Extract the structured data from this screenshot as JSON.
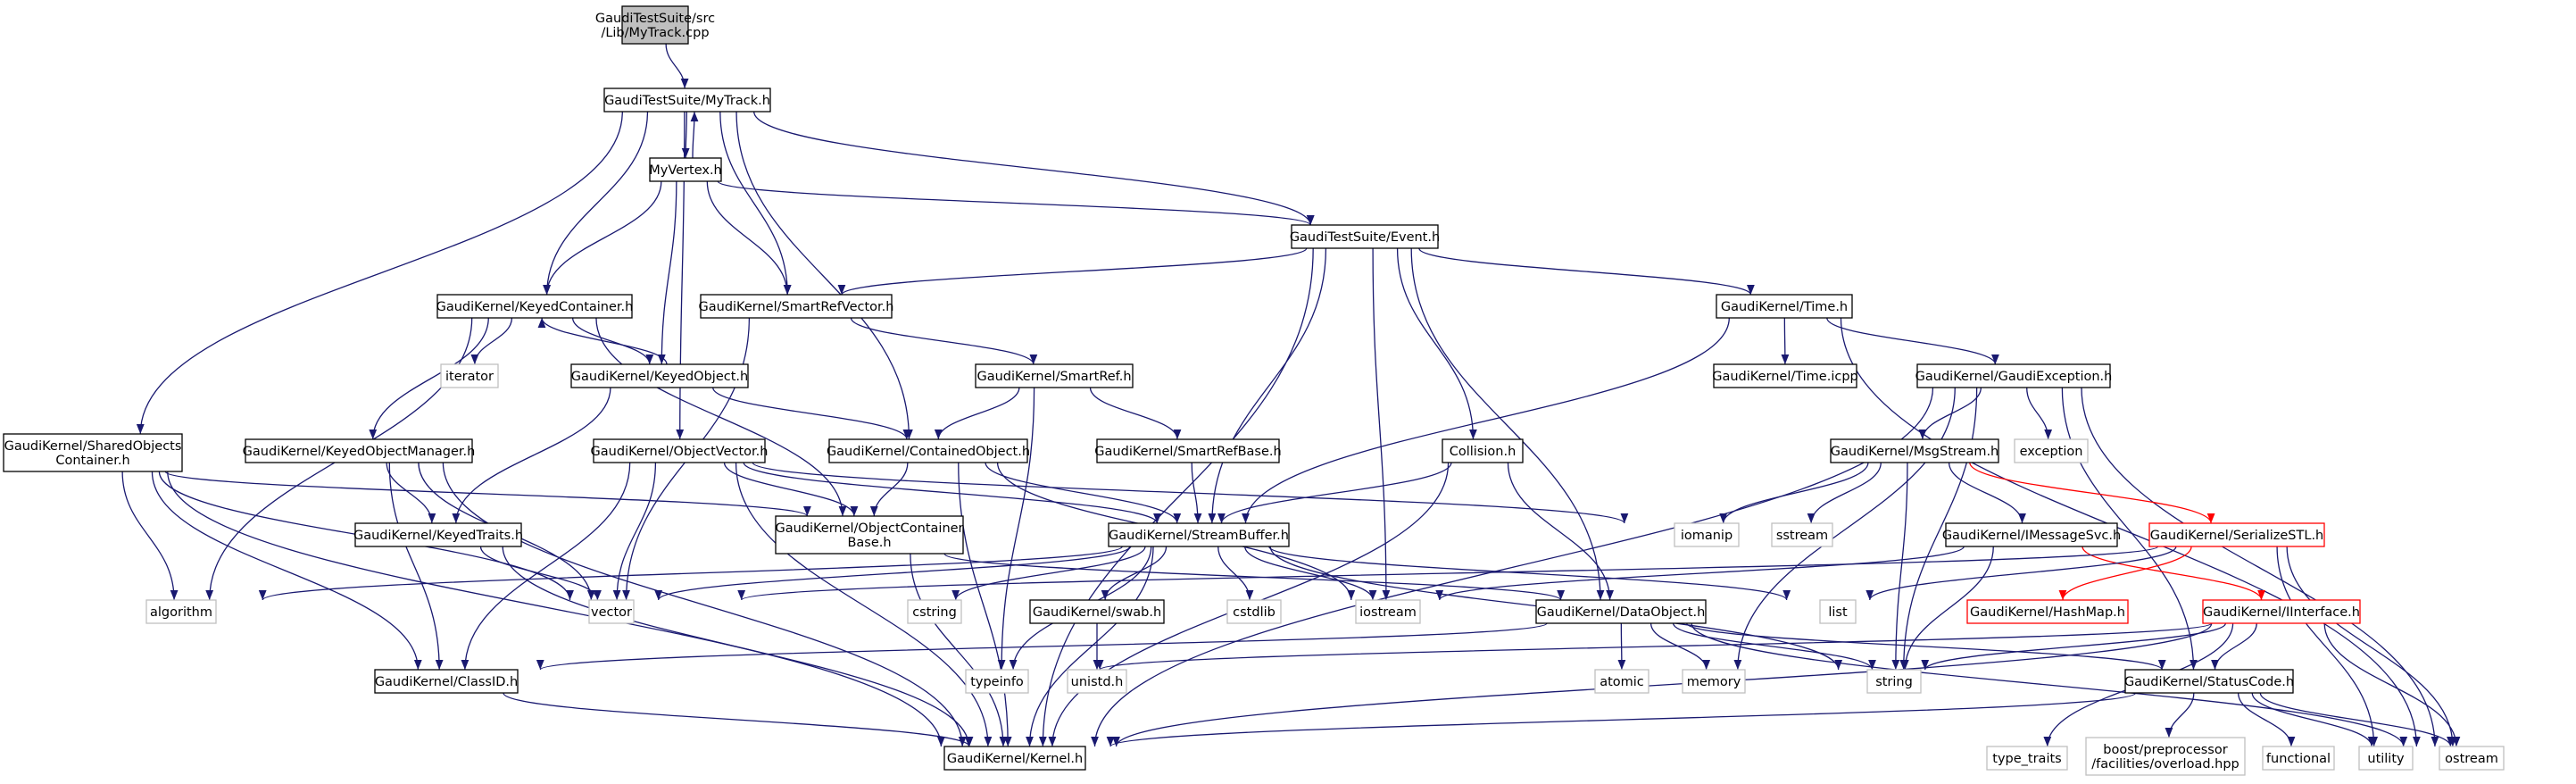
{
  "colors": {
    "edge": "#191970",
    "edge_red": "#ff0000",
    "node_border": "#000000",
    "node_border_external": "#bfbfbf",
    "node_border_red": "#ff0000",
    "root_fill": "#bfbfbf"
  },
  "nodes": [
    {
      "id": "root",
      "label": [
        "GaudiTestSuite/src",
        "/Lib/MyTrack.cpp"
      ],
      "style": "root"
    },
    {
      "id": "mytrack",
      "label": [
        "GaudiTestSuite/MyTrack.h"
      ],
      "style": "normal"
    },
    {
      "id": "myvertex",
      "label": [
        "MyVertex.h"
      ],
      "style": "normal"
    },
    {
      "id": "event",
      "label": [
        "GaudiTestSuite/Event.h"
      ],
      "style": "normal"
    },
    {
      "id": "keyedcontainer",
      "label": [
        "GaudiKernel/KeyedContainer.h"
      ],
      "style": "normal"
    },
    {
      "id": "smartrefvector",
      "label": [
        "GaudiKernel/SmartRefVector.h"
      ],
      "style": "normal"
    },
    {
      "id": "time",
      "label": [
        "GaudiKernel/Time.h"
      ],
      "style": "normal"
    },
    {
      "id": "iterator",
      "label": [
        "iterator"
      ],
      "style": "external"
    },
    {
      "id": "keyedobject",
      "label": [
        "GaudiKernel/KeyedObject.h"
      ],
      "style": "normal"
    },
    {
      "id": "smartref",
      "label": [
        "GaudiKernel/SmartRef.h"
      ],
      "style": "normal"
    },
    {
      "id": "timeicpp",
      "label": [
        "GaudiKernel/Time.icpp"
      ],
      "style": "normal"
    },
    {
      "id": "gaudiexception",
      "label": [
        "GaudiKernel/GaudiException.h"
      ],
      "style": "normal"
    },
    {
      "id": "sharedobjects",
      "label": [
        "GaudiKernel/SharedObjects",
        "Container.h"
      ],
      "style": "normal"
    },
    {
      "id": "keyedobjectmanager",
      "label": [
        "GaudiKernel/KeyedObjectManager.h"
      ],
      "style": "normal"
    },
    {
      "id": "objectvector",
      "label": [
        "GaudiKernel/ObjectVector.h"
      ],
      "style": "normal"
    },
    {
      "id": "containedobject",
      "label": [
        "GaudiKernel/ContainedObject.h"
      ],
      "style": "normal"
    },
    {
      "id": "smartrefbase",
      "label": [
        "GaudiKernel/SmartRefBase.h"
      ],
      "style": "normal"
    },
    {
      "id": "collision",
      "label": [
        "Collision.h"
      ],
      "style": "normal"
    },
    {
      "id": "msgstream",
      "label": [
        "GaudiKernel/MsgStream.h"
      ],
      "style": "normal"
    },
    {
      "id": "exception",
      "label": [
        "exception"
      ],
      "style": "external"
    },
    {
      "id": "keyedtraits",
      "label": [
        "GaudiKernel/KeyedTraits.h"
      ],
      "style": "normal"
    },
    {
      "id": "objectcontainerbase",
      "label": [
        "GaudiKernel/ObjectContainer",
        "Base.h"
      ],
      "style": "normal"
    },
    {
      "id": "streambuffer",
      "label": [
        "GaudiKernel/StreamBuffer.h"
      ],
      "style": "normal"
    },
    {
      "id": "iomanip",
      "label": [
        "iomanip"
      ],
      "style": "external"
    },
    {
      "id": "sstream",
      "label": [
        "sstream"
      ],
      "style": "external"
    },
    {
      "id": "imessagesvc",
      "label": [
        "GaudiKernel/IMessageSvc.h"
      ],
      "style": "normal"
    },
    {
      "id": "serializestl",
      "label": [
        "GaudiKernel/SerializeSTL.h"
      ],
      "style": "red"
    },
    {
      "id": "algorithm",
      "label": [
        "algorithm"
      ],
      "style": "external"
    },
    {
      "id": "vector",
      "label": [
        "vector"
      ],
      "style": "external"
    },
    {
      "id": "cstring",
      "label": [
        "cstring"
      ],
      "style": "external"
    },
    {
      "id": "swab",
      "label": [
        "GaudiKernel/swab.h"
      ],
      "style": "normal"
    },
    {
      "id": "cstdlib",
      "label": [
        "cstdlib"
      ],
      "style": "external"
    },
    {
      "id": "iostream",
      "label": [
        "iostream"
      ],
      "style": "external"
    },
    {
      "id": "dataobject",
      "label": [
        "GaudiKernel/DataObject.h"
      ],
      "style": "normal"
    },
    {
      "id": "list",
      "label": [
        "list"
      ],
      "style": "external"
    },
    {
      "id": "hashmap",
      "label": [
        "GaudiKernel/HashMap.h"
      ],
      "style": "red"
    },
    {
      "id": "iinterface",
      "label": [
        "GaudiKernel/IInterface.h"
      ],
      "style": "red"
    },
    {
      "id": "classid",
      "label": [
        "GaudiKernel/ClassID.h"
      ],
      "style": "normal"
    },
    {
      "id": "typeinfo",
      "label": [
        "typeinfo"
      ],
      "style": "external"
    },
    {
      "id": "unistd",
      "label": [
        "unistd.h"
      ],
      "style": "external"
    },
    {
      "id": "atomic",
      "label": [
        "atomic"
      ],
      "style": "external"
    },
    {
      "id": "memory",
      "label": [
        "memory"
      ],
      "style": "external"
    },
    {
      "id": "string",
      "label": [
        "string"
      ],
      "style": "external"
    },
    {
      "id": "statuscode",
      "label": [
        "GaudiKernel/StatusCode.h"
      ],
      "style": "normal"
    },
    {
      "id": "kernel",
      "label": [
        "GaudiKernel/Kernel.h"
      ],
      "style": "normal"
    },
    {
      "id": "typetraits",
      "label": [
        "type_traits"
      ],
      "style": "external"
    },
    {
      "id": "boostoverload",
      "label": [
        "boost/preprocessor",
        "/facilities/overload.hpp"
      ],
      "style": "external"
    },
    {
      "id": "functional",
      "label": [
        "functional"
      ],
      "style": "external"
    },
    {
      "id": "utility",
      "label": [
        "utility"
      ],
      "style": "external"
    },
    {
      "id": "ostream",
      "label": [
        "ostream"
      ],
      "style": "external"
    }
  ],
  "edges": [
    [
      "root",
      "mytrack"
    ],
    [
      "mytrack",
      "myvertex"
    ],
    [
      "mytrack",
      "event"
    ],
    [
      "mytrack",
      "keyedcontainer"
    ],
    [
      "mytrack",
      "smartrefvector"
    ],
    [
      "mytrack",
      "sharedobjects"
    ],
    [
      "mytrack",
      "objectvector"
    ],
    [
      "mytrack",
      "containedobject"
    ],
    [
      "myvertex",
      "mytrack"
    ],
    [
      "myvertex",
      "event"
    ],
    [
      "myvertex",
      "keyedcontainer"
    ],
    [
      "myvertex",
      "smartrefvector"
    ],
    [
      "myvertex",
      "keyedobject"
    ],
    [
      "event",
      "smartrefvector"
    ],
    [
      "event",
      "time"
    ],
    [
      "event",
      "collision"
    ],
    [
      "event",
      "streambuffer"
    ],
    [
      "event",
      "iostream"
    ],
    [
      "event",
      "dataobject"
    ],
    [
      "event",
      "kernel"
    ],
    [
      "keyedcontainer",
      "iterator"
    ],
    [
      "keyedcontainer",
      "keyedobject"
    ],
    [
      "keyedcontainer",
      "keyedobjectmanager"
    ],
    [
      "keyedcontainer",
      "objectcontainerbase"
    ],
    [
      "keyedcontainer",
      "algorithm"
    ],
    [
      "keyedobject",
      "keyedcontainer"
    ],
    [
      "keyedobject",
      "keyedtraits"
    ],
    [
      "keyedobject",
      "containedobject"
    ],
    [
      "smartrefvector",
      "smartref"
    ],
    [
      "smartrefvector",
      "vector"
    ],
    [
      "smartref",
      "smartrefbase"
    ],
    [
      "smartref",
      "containedobject"
    ],
    [
      "smartref",
      "typeinfo"
    ],
    [
      "smartrefbase",
      "streambuffer"
    ],
    [
      "time",
      "timeicpp"
    ],
    [
      "time",
      "gaudiexception"
    ],
    [
      "time",
      "streambuffer"
    ],
    [
      "time",
      "ostream"
    ],
    [
      "gaudiexception",
      "msgstream"
    ],
    [
      "gaudiexception",
      "exception"
    ],
    [
      "gaudiexception",
      "kernel"
    ],
    [
      "gaudiexception",
      "statuscode"
    ],
    [
      "gaudiexception",
      "string"
    ],
    [
      "gaudiexception",
      "ostream"
    ],
    [
      "gaudiexception",
      "memory"
    ],
    [
      "sharedobjects",
      "objectcontainerbase"
    ],
    [
      "sharedobjects",
      "algorithm"
    ],
    [
      "sharedobjects",
      "vector"
    ],
    [
      "sharedobjects",
      "classid"
    ],
    [
      "sharedobjects",
      "kernel"
    ],
    [
      "keyedobjectmanager",
      "keyedtraits"
    ],
    [
      "keyedobjectmanager",
      "classid"
    ],
    [
      "keyedobjectmanager",
      "vector"
    ],
    [
      "keyedobjectmanager",
      "kernel"
    ],
    [
      "objectvector",
      "objectcontainerbase"
    ],
    [
      "objectvector",
      "classid"
    ],
    [
      "objectvector",
      "streambuffer"
    ],
    [
      "objectvector",
      "vector"
    ],
    [
      "objectvector",
      "iomanip"
    ],
    [
      "objectvector",
      "kernel"
    ],
    [
      "containedobject",
      "objectcontainerbase"
    ],
    [
      "containedobject",
      "streambuffer"
    ],
    [
      "containedobject",
      "kernel"
    ],
    [
      "containedobject",
      "iostream"
    ],
    [
      "collision",
      "streambuffer"
    ],
    [
      "collision",
      "dataobject"
    ],
    [
      "collision",
      "kernel"
    ],
    [
      "msgstream",
      "imessagesvc"
    ],
    [
      "msgstream",
      "serializestl"
    ],
    [
      "msgstream",
      "iomanip"
    ],
    [
      "msgstream",
      "sstream"
    ],
    [
      "msgstream",
      "string"
    ],
    [
      "keyedtraits",
      "vector"
    ],
    [
      "keyedtraits",
      "kernel"
    ],
    [
      "objectcontainerbase",
      "dataobject"
    ],
    [
      "objectcontainerbase",
      "kernel"
    ],
    [
      "streambuffer",
      "algorithm"
    ],
    [
      "streambuffer",
      "vector"
    ],
    [
      "streambuffer",
      "cstring"
    ],
    [
      "streambuffer",
      "swab"
    ],
    [
      "streambuffer",
      "cstdlib"
    ],
    [
      "streambuffer",
      "iostream"
    ],
    [
      "streambuffer",
      "list"
    ],
    [
      "streambuffer",
      "string"
    ],
    [
      "streambuffer",
      "typeinfo"
    ],
    [
      "streambuffer",
      "kernel"
    ],
    [
      "imessagesvc",
      "iinterface"
    ],
    [
      "imessagesvc",
      "iostream"
    ],
    [
      "imessagesvc",
      "string"
    ],
    [
      "serializestl",
      "hashmap"
    ],
    [
      "serializestl",
      "vector"
    ],
    [
      "serializestl",
      "list"
    ],
    [
      "serializestl",
      "ostream"
    ],
    [
      "serializestl",
      "utility"
    ],
    [
      "swab",
      "unistd"
    ],
    [
      "dataobject",
      "classid"
    ],
    [
      "dataobject",
      "statuscode"
    ],
    [
      "dataobject",
      "atomic"
    ],
    [
      "dataobject",
      "memory"
    ],
    [
      "dataobject",
      "string"
    ],
    [
      "dataobject",
      "ostream"
    ],
    [
      "iinterface",
      "statuscode"
    ],
    [
      "iinterface",
      "kernel"
    ],
    [
      "iinterface",
      "typeinfo"
    ],
    [
      "iinterface",
      "string"
    ],
    [
      "iinterface",
      "typetraits"
    ],
    [
      "iinterface",
      "ostream"
    ],
    [
      "classid",
      "kernel"
    ],
    [
      "statuscode",
      "kernel"
    ],
    [
      "statuscode",
      "boostoverload"
    ],
    [
      "statuscode",
      "functional"
    ],
    [
      "statuscode",
      "utility"
    ],
    [
      "statuscode",
      "ostream"
    ]
  ]
}
